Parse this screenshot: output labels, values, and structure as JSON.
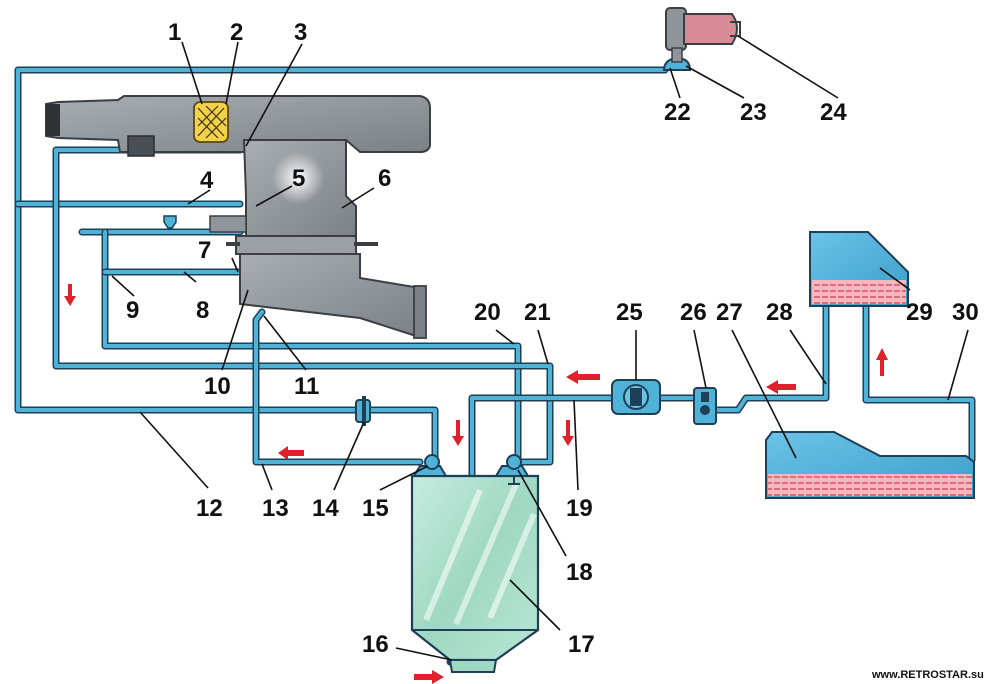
{
  "callouts": [
    "1",
    "2",
    "3",
    "4",
    "5",
    "6",
    "7",
    "8",
    "9",
    "10",
    "11",
    "12",
    "13",
    "14",
    "15",
    "16",
    "17",
    "18",
    "19",
    "20",
    "21",
    "22",
    "23",
    "24",
    "25",
    "26",
    "27",
    "28",
    "29",
    "30"
  ],
  "watermark": "www.RETROSTAR.su",
  "colors": {
    "pipe": "#4fb3d8",
    "pipe_outline": "#1e3f56",
    "engine_body": "#8f959a",
    "filter_tank": "#a8ddc9",
    "fuel_tank": "#4fb0d8",
    "fuel": "#e05060",
    "flow_arrow": "#e0202a",
    "canister": "#d88a96",
    "filter_element": "#f3d24a"
  }
}
